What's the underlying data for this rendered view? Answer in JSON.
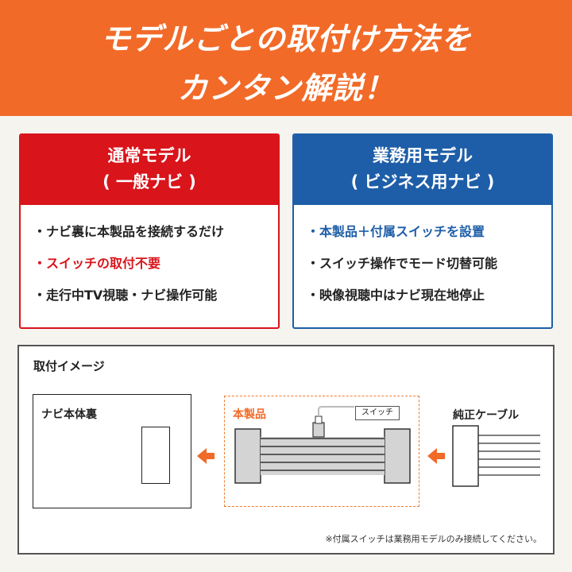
{
  "banner": {
    "line1": "モデルごとの取付け方法を",
    "line2": "カンタン解説！",
    "bg_color": "#f26a28"
  },
  "cards": [
    {
      "title1": "通常モデル",
      "title2": "( 一般ナビ )",
      "color": "#d9141b",
      "bullet": "・",
      "items": [
        {
          "text": "ナビ裏に本製品を接続するだけ",
          "highlight": false
        },
        {
          "text": "スイッチの取付不要",
          "highlight": true
        },
        {
          "text": "走行中TV視聴・ナビ操作可能",
          "highlight": false
        }
      ]
    },
    {
      "title1": "業務用モデル",
      "title2": "( ビジネス用ナビ )",
      "color": "#1e5ea8",
      "bullet": "・",
      "items": [
        {
          "text": "本製品＋付属スイッチを設置",
          "highlight": true
        },
        {
          "text": "スイッチ操作でモード切替可能",
          "highlight": false
        },
        {
          "text": "映像視聴中はナビ現在地停止",
          "highlight": false
        }
      ]
    }
  ],
  "diagram": {
    "title": "取付イメージ",
    "navi_label": "ナビ本体裏",
    "product_label": "本製品",
    "switch_label": "スイッチ",
    "genuine_cable_label": "純正ケーブル",
    "footnote": "※付属スイッチは業務用モデルのみ接続してください。",
    "arrow_color": "#f26a28"
  }
}
